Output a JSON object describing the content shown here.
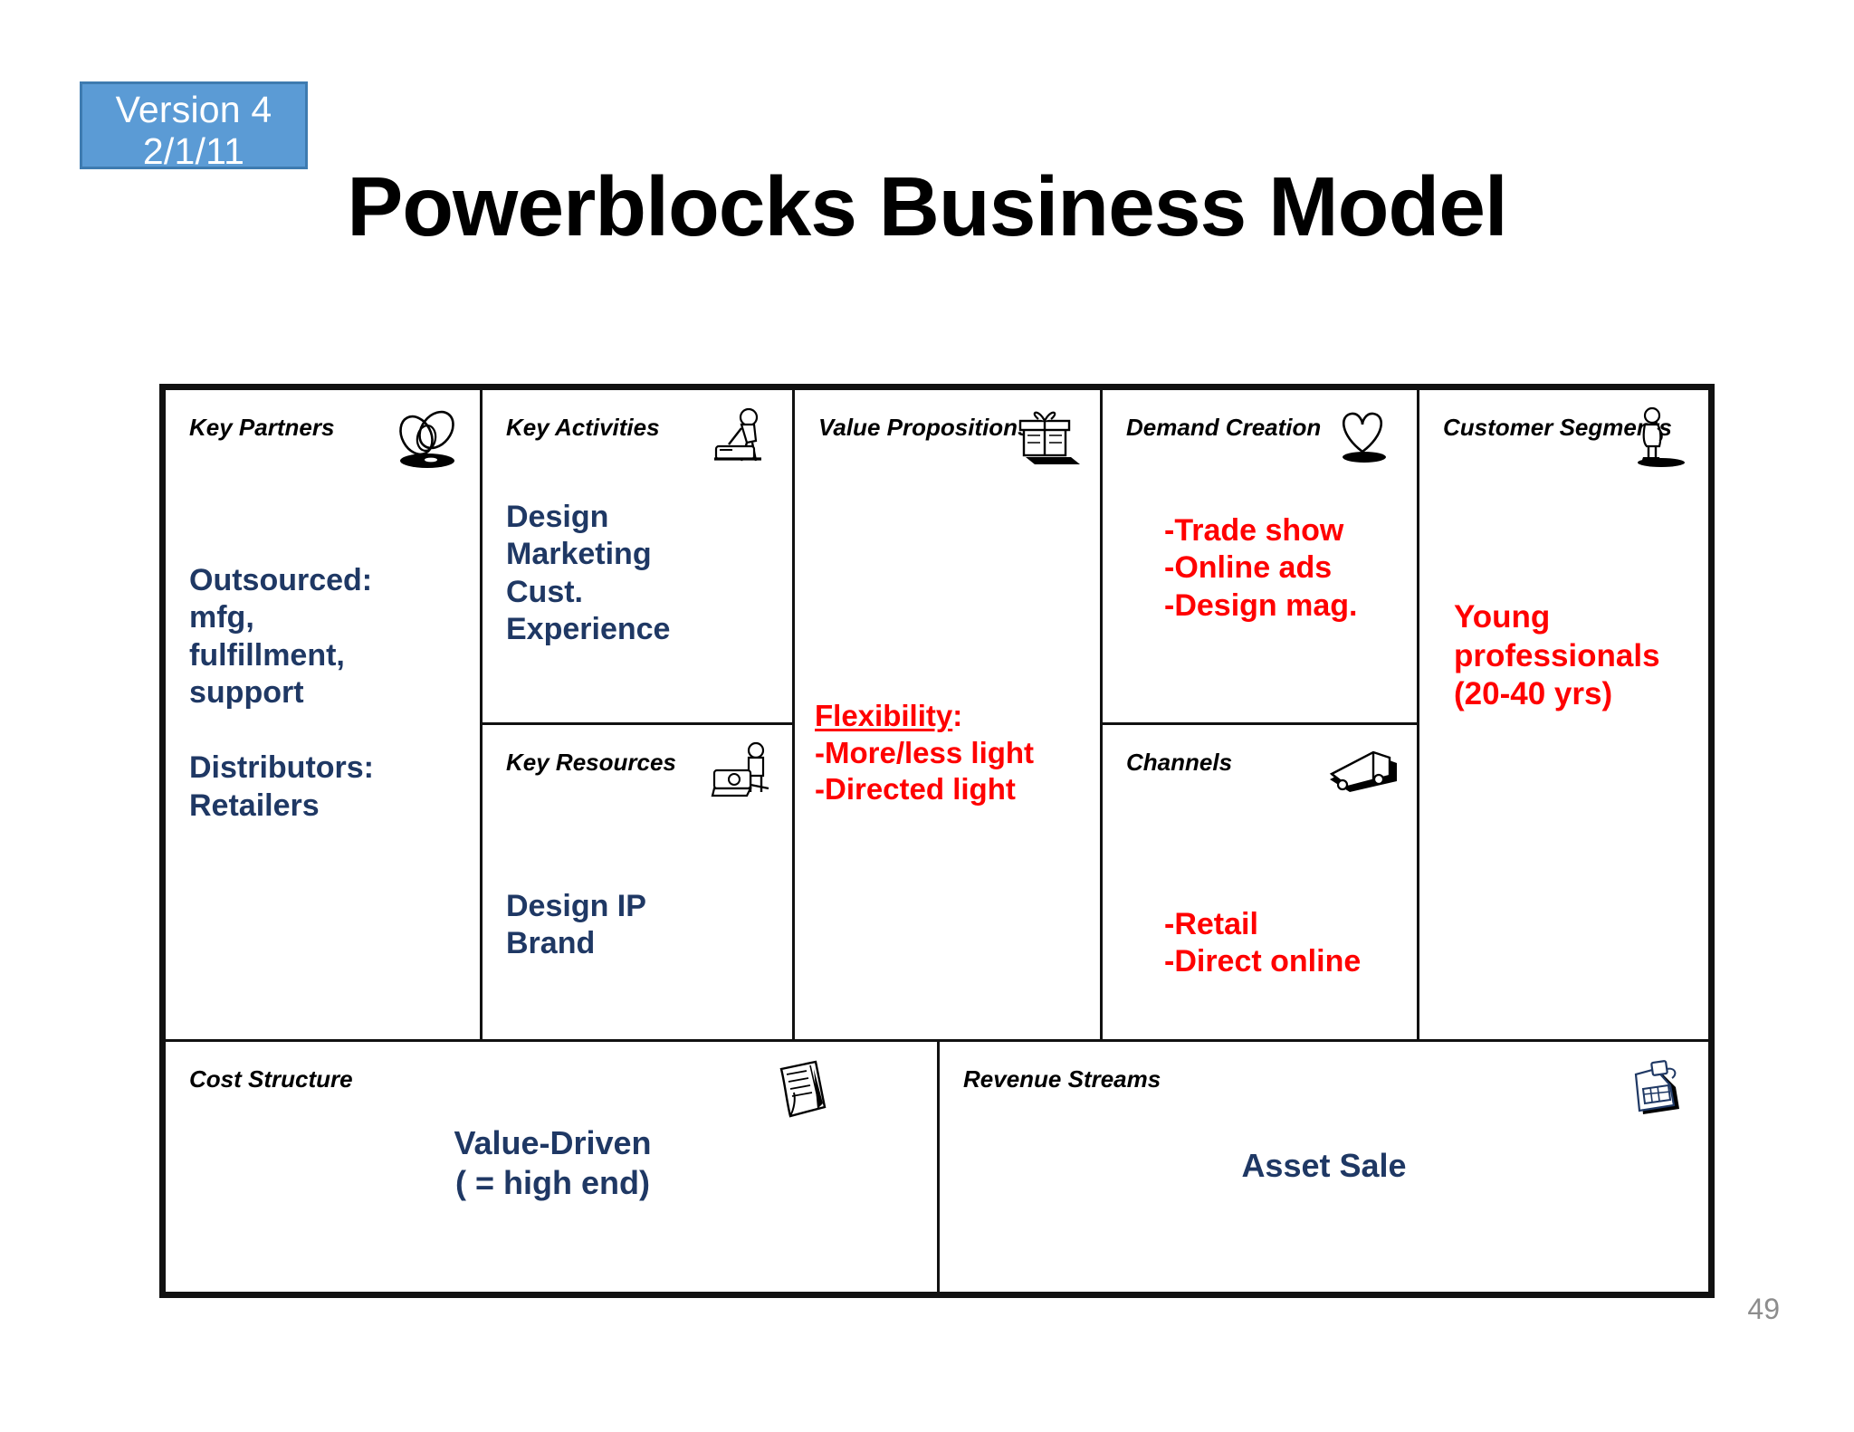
{
  "version_badge": {
    "line1": "Version 4",
    "line2": "2/1/11"
  },
  "title": "Powerblocks Business Model",
  "page_number": "49",
  "colors": {
    "badge_fill": "#5B9BD5",
    "badge_border": "#3E7BB0",
    "body_navy": "#1F3864",
    "accent_red": "#FF0000",
    "frame_black": "#111111",
    "page_number_gray": "#8D8D8D"
  },
  "canvas": {
    "cells": {
      "key_partners": {
        "header": "Key Partners",
        "icon": "linked-rings-icon",
        "body": "Outsourced:\nmfg,\nfulfillment,\nsupport\n\nDistributors:\nRetailers",
        "body_color": "navy"
      },
      "key_activities": {
        "header": "Key Activities",
        "icon": "worker-pushing-icon",
        "body": "Design\nMarketing\nCust.\nExperience",
        "body_color": "navy"
      },
      "key_resources": {
        "header": "Key Resources",
        "icon": "worker-machine-icon",
        "body": "Design IP\nBrand",
        "body_color": "navy"
      },
      "value_propositions": {
        "header": "Value Propositions",
        "icon": "gift-box-icon",
        "body_title": "Flexibility",
        "body_title_suffix": ":",
        "body_lines": "-More/less light\n-Directed light",
        "body_color": "red"
      },
      "demand_creation": {
        "header": "Demand Creation",
        "icon": "heart-icon",
        "body": "-Trade show\n-Online ads\n-Design mag.",
        "body_color": "red"
      },
      "channels": {
        "header": "Channels",
        "icon": "delivery-truck-icon",
        "body": "-Retail\n-Direct online",
        "body_color": "red"
      },
      "customer_segments": {
        "header": "Customer Segments",
        "icon": "standing-person-icon",
        "body": "Young\nprofessionals\n(20-40 yrs)",
        "body_color": "red"
      },
      "cost_structure": {
        "header": "Cost Structure",
        "icon": "receipt-icon",
        "body": "Value-Driven\n( = high end)",
        "body_color": "navy"
      },
      "revenue_streams": {
        "header": "Revenue Streams",
        "icon": "cash-register-icon",
        "body": "Asset Sale",
        "body_color": "navy"
      }
    }
  }
}
